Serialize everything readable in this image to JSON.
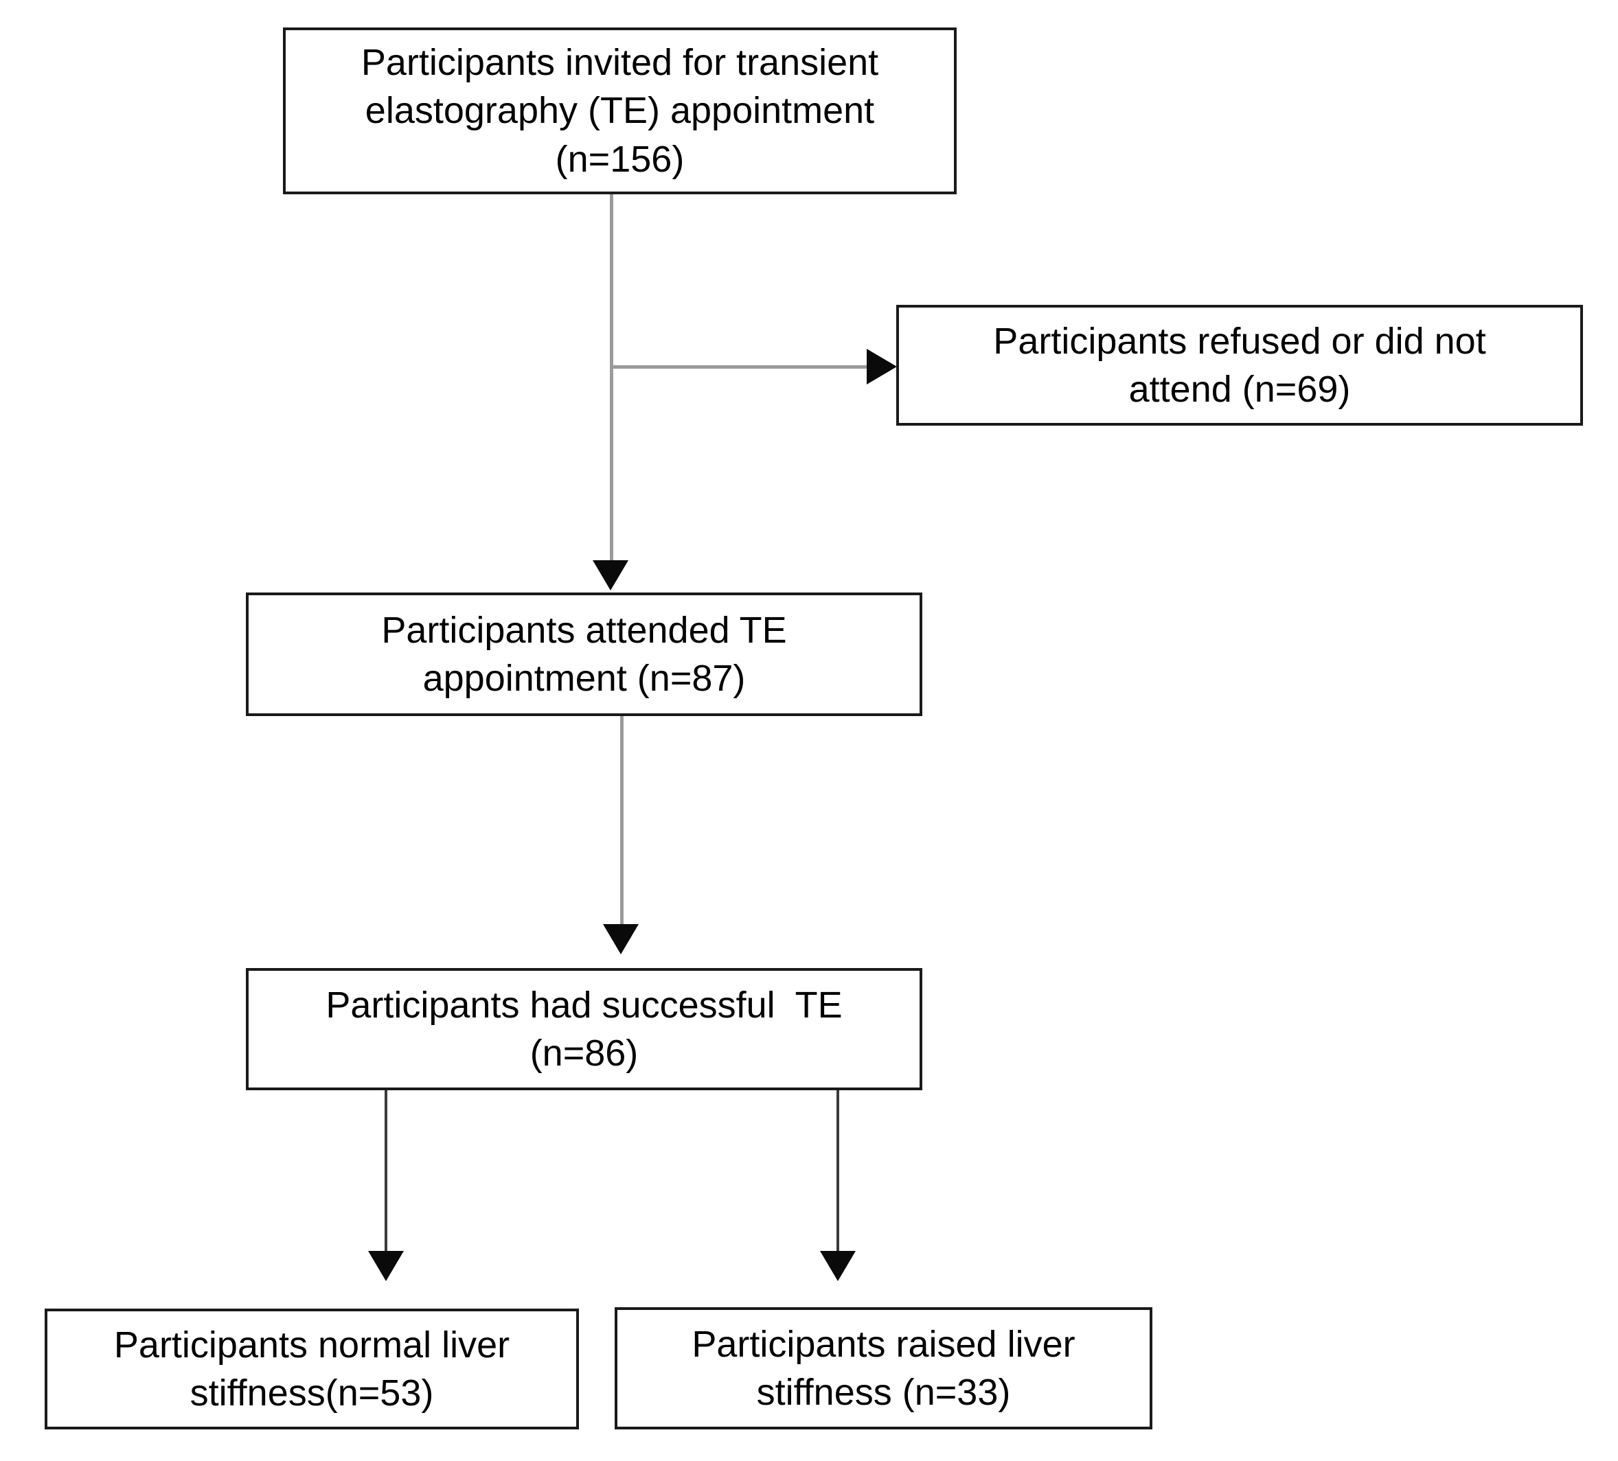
{
  "diagram": {
    "type": "flowchart",
    "title": "Participant flow through transient elastography study",
    "orientation": "top-to-bottom",
    "background_color": "#ffffff",
    "box_border_color": "#1a1a1a",
    "connector_color": "#9a9a9a",
    "arrowhead_color": "#0a0a0a",
    "text_color": "#000000",
    "nodes": [
      {
        "id": "invited",
        "label": "Participants invited for transient elastography (TE) appointment (n=156)",
        "count": 156,
        "count_text": "(n=156)",
        "lines": [
          "Participants invited for transient",
          "elastography (TE) appointment",
          "(n=156)"
        ]
      },
      {
        "id": "refused",
        "label": "Participants refused or did not attend (n=69)",
        "count": 69,
        "count_text": "(n=69)",
        "lines": [
          "Participants refused or did not",
          "attend (n=69)"
        ]
      },
      {
        "id": "attended",
        "label": "Participants attended TE appointment (n=87)",
        "count": 87,
        "count_text": "(n=87)",
        "lines": [
          "Participants attended TE",
          "appointment (n=87)"
        ]
      },
      {
        "id": "successful",
        "label": "Participants had successful  TE (n=86)",
        "count": 86,
        "count_text": "(n=86)",
        "lines": [
          "Participants had successful  TE",
          "(n=86)"
        ]
      },
      {
        "id": "normal",
        "label": "Participants normal liver stiffness(n=53)",
        "count": 53,
        "count_text": "(n=53)",
        "lines": [
          "Participants normal liver",
          "stiffness(n=53)"
        ]
      },
      {
        "id": "raised",
        "label": "Participants raised liver stiffness (n=33)",
        "count": 33,
        "count_text": "(n=33)",
        "lines": [
          "Participants raised liver",
          "stiffness (n=33)"
        ]
      }
    ],
    "edges": [
      {
        "id": "invited-attended",
        "from": "invited",
        "to": "attended",
        "direction": "down"
      },
      {
        "id": "invited-refused",
        "from": "invited",
        "to": "refused",
        "direction": "right"
      },
      {
        "id": "attended-successful",
        "from": "attended",
        "to": "successful",
        "direction": "down"
      },
      {
        "id": "successful-normal",
        "from": "successful",
        "to": "normal",
        "direction": "down"
      },
      {
        "id": "successful-raised",
        "from": "successful",
        "to": "raised",
        "direction": "down"
      }
    ]
  },
  "node_text": {
    "invited": "Participants invited for transient\nelastography (TE) appointment\n(n=156)",
    "refused": "Participants refused or did not\nattend (n=69)",
    "attended": "Participants attended TE\nappointment (n=87)",
    "successful": "Participants had successful  TE\n(n=86)",
    "normal": "Participants normal liver\nstiffness(n=53)",
    "raised": "Participants raised liver\nstiffness (n=33)"
  }
}
